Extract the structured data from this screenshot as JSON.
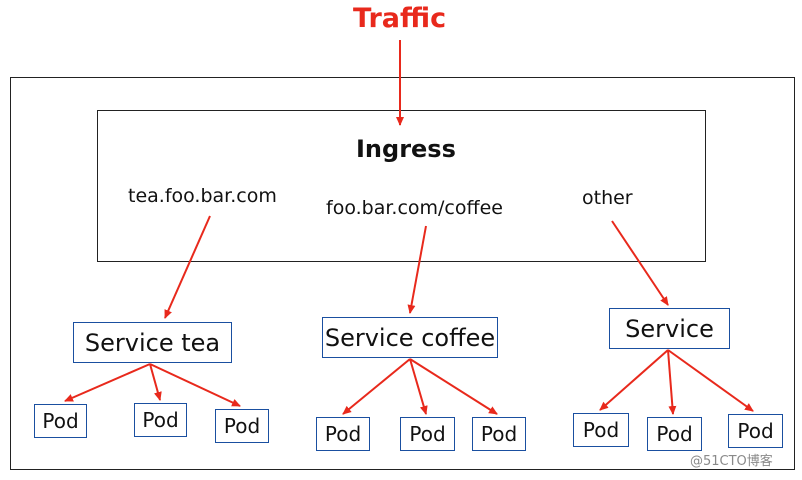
{
  "diagram": {
    "title": "Traffic",
    "ingress_label": "Ingress",
    "hosts": [
      "tea.foo.bar.com",
      "foo.bar.com/coffee",
      "other"
    ],
    "services": [
      "Service tea",
      "Service coffee",
      "Service"
    ],
    "pod_label": "Pod",
    "watermark": "@51CTO博客",
    "colors": {
      "title": "#e8291c",
      "arrow": "#e8291c",
      "box_border": "#1a4fa0",
      "frame": "#222222"
    }
  }
}
